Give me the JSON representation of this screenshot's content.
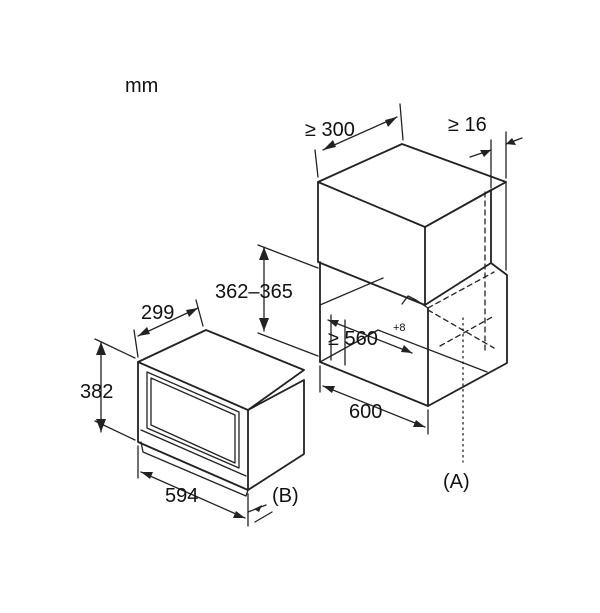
{
  "units": "mm",
  "dimensions": {
    "cabinet_depth": "≥ 300",
    "side_clearance": "≥ 16",
    "opening_height": "362–365",
    "opening_depth": "≥ 560",
    "opening_depth_tolerance": "+8",
    "opening_width": "600",
    "appliance_depth": "299",
    "appliance_height": "382",
    "appliance_width": "594"
  },
  "markers": {
    "a": "(A)",
    "b": "(B)"
  }
}
